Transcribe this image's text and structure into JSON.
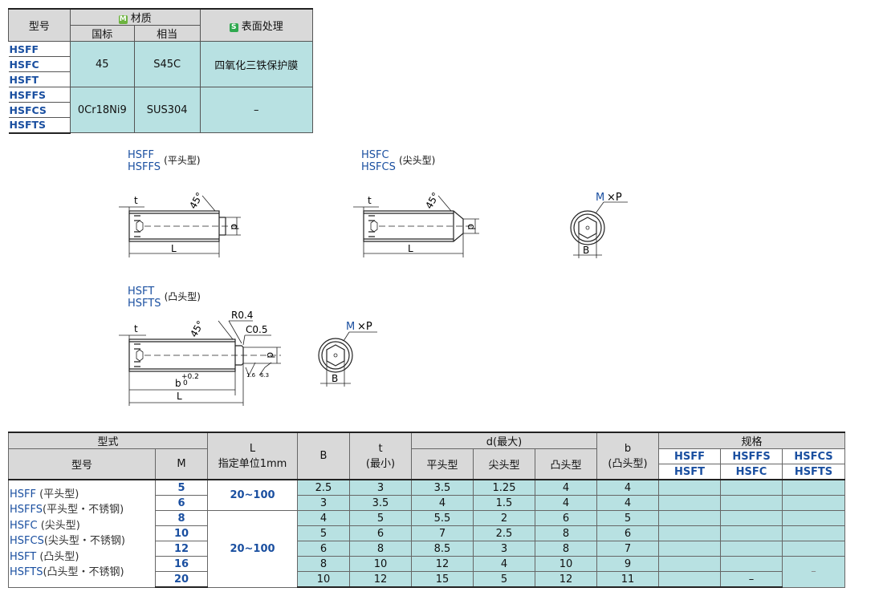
{
  "material_table": {
    "col_type": "型号",
    "col_material": "材质",
    "col_gb": "国标",
    "col_equiv": "相当",
    "col_surface": "表面处理",
    "badge_m": "M",
    "badge_s": "S",
    "group1": {
      "codes": [
        "HSFF",
        "HSFC",
        "HSFT"
      ],
      "gb": "45",
      "equiv": "S45C",
      "surface": "四氧化三铁保护膜"
    },
    "group2": {
      "codes": [
        "HSFFS",
        "HSFCS",
        "HSFTS"
      ],
      "gb": "0Cr18Ni9",
      "equiv": "SUS304",
      "surface": "–"
    }
  },
  "diagrams": {
    "flat": {
      "code1": "HSFF",
      "code2": "HSFFS",
      "name": "(平头型)"
    },
    "cone": {
      "code1": "HSFC",
      "code2": "HSFCS",
      "name": "(尖头型)"
    },
    "dog": {
      "code1": "HSFT",
      "code2": "HSFTS",
      "name": "(凸头型)"
    },
    "dims": {
      "t": "t",
      "angle": "45°",
      "L": "L",
      "d": "d",
      "B": "B",
      "M": "M",
      "mxp": "×P",
      "r": "R0.4",
      "c": "C0.5",
      "b": "b",
      "tol_up": "+0.2",
      "tol_lo": "0",
      "rough1": "1.6",
      "rough2": "6.3"
    }
  },
  "spec_table": {
    "h_form": "型式",
    "h_type": "型号",
    "h_M": "M",
    "h_L1": "L",
    "h_L2": "指定单位1mm",
    "h_B": "B",
    "h_t1": "t",
    "h_t2": "(最小)",
    "h_d": "d(最大)",
    "h_flat": "平头型",
    "h_cone": "尖头型",
    "h_dog": "凸头型",
    "h_b1": "b",
    "h_b2": "(凸头型)",
    "h_spec": "规格",
    "spec_codes_row1": [
      "HSFF",
      "HSFFS",
      "HSFCS"
    ],
    "spec_codes_row2": [
      "HSFT",
      "HSFC",
      "HSFTS"
    ],
    "type_lines": [
      {
        "code": "HSFF",
        "note": " (平头型)"
      },
      {
        "code": "HSFFS",
        "note": "(平头型・不锈钢)"
      },
      {
        "code": "HSFC",
        "note": " (尖头型)"
      },
      {
        "code": "HSFCS",
        "note": "(尖头型・不锈钢)"
      },
      {
        "code": "HSFT",
        "note": " (凸头型)"
      },
      {
        "code": "HSFTS",
        "note": "(凸头型・不锈钢)"
      }
    ],
    "L_range_1": "20~100",
    "L_range_2": "20~100",
    "dash": "–",
    "rows": [
      {
        "M": "5",
        "B": "2.5",
        "t": "3",
        "flat": "3.5",
        "cone": "1.25",
        "dog": "4",
        "b": "4"
      },
      {
        "M": "6",
        "B": "3",
        "t": "3.5",
        "flat": "4",
        "cone": "1.5",
        "dog": "4",
        "b": "4"
      },
      {
        "M": "8",
        "B": "4",
        "t": "5",
        "flat": "5.5",
        "cone": "2",
        "dog": "6",
        "b": "5"
      },
      {
        "M": "10",
        "B": "5",
        "t": "6",
        "flat": "7",
        "cone": "2.5",
        "dog": "8",
        "b": "6"
      },
      {
        "M": "12",
        "B": "6",
        "t": "8",
        "flat": "8.5",
        "cone": "3",
        "dog": "8",
        "b": "7"
      },
      {
        "M": "16",
        "B": "8",
        "t": "10",
        "flat": "12",
        "cone": "4",
        "dog": "10",
        "b": "9"
      },
      {
        "M": "20",
        "B": "10",
        "t": "12",
        "flat": "15",
        "cone": "5",
        "dog": "12",
        "b": "11"
      }
    ]
  },
  "colors": {
    "accent_blue": "#1a4fa0",
    "cyan_cell": "#b8e1e2",
    "header_gray": "#d9d9d9"
  }
}
